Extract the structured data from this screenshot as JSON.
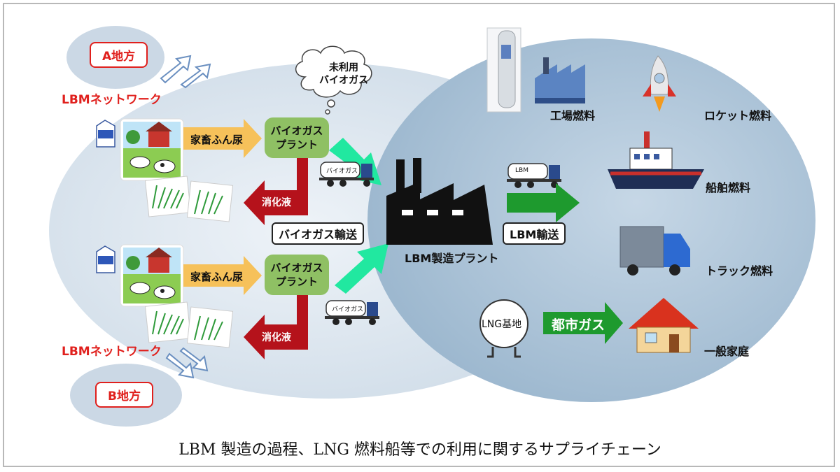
{
  "regions": {
    "a": "A地方",
    "b": "B地方"
  },
  "network_label": "LBMネットワーク",
  "plant": {
    "line1": "バイオガス",
    "line2": "プラント"
  },
  "manure_label": "家畜ふん尿",
  "digestate_label": "消化液",
  "unused_biogas": {
    "line1": "未利用",
    "line2": "バイオガス"
  },
  "biogas_transport": "バイオガス輸送",
  "lbm_transport": "LBM輸送",
  "lbm_plant": "LBM製造プラント",
  "truck_biogas_text": "バイオガス",
  "truck_lbm_text": "LBM",
  "uses": {
    "factory": "工場燃料",
    "rocket": "ロケット燃料",
    "ship": "船舶燃料",
    "truck": "トラック燃料",
    "home": "一般家庭"
  },
  "lng_base": "LNG基地",
  "city_gas": "都市ガス",
  "caption": "LBM 製造の過程、LNG 燃料船等での利用に関するサプライチェーン",
  "colors": {
    "network_red": "#e0201d",
    "plant_green": "#8fc064",
    "arrow_yellow": "#f6c15a",
    "arrow_red": "#b5121b",
    "arrow_green": "#1e9a2e",
    "arrow_mint": "#21e8a0",
    "ellipse_left": "#d9e4ee",
    "ellipse_right": "#aec5da"
  }
}
